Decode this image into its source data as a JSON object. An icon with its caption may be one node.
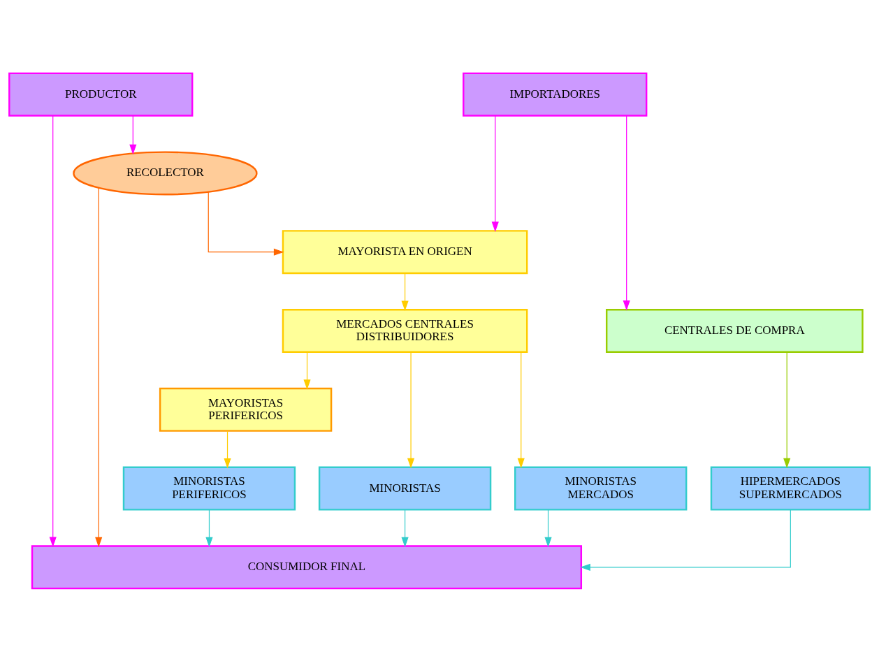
{
  "diagram": {
    "nodes": [
      {
        "text": [
          "PRODUCTOR"
        ]
      },
      {
        "text": [
          "IMPORTADORES"
        ]
      },
      {
        "text": [
          "RECOLECTOR"
        ]
      },
      {
        "text": [
          "MAYORISTA EN ORIGEN"
        ]
      },
      {
        "text": [
          "MERCADOS CENTRALES DISTRIBUIDORES"
        ]
      },
      {
        "text": [
          "CENTRALES DE COMPRA"
        ]
      },
      {
        "text": [
          "MAYORISTAS PERIFERICOS"
        ]
      },
      {
        "text": [
          "MINORISTAS PERIFERICOS"
        ]
      },
      {
        "text": [
          "MINORISTAS"
        ]
      },
      {
        "text": [
          "MINORISTAS MERCADOS"
        ]
      },
      {
        "text": [
          "HIPERMERCADOS SUPERMERCADOS"
        ]
      },
      {
        "text": [
          "CONSUMIDOR FINAL"
        ]
      }
    ],
    "edges": [
      {
        "from": 0,
        "to": 2,
        "arrow": "to",
        "color": "#ff00ff"
      },
      {
        "from": 0,
        "to": 11,
        "arrow": "to",
        "color": "#ff00ff"
      },
      {
        "from": 2,
        "to": 11,
        "arrow": "to",
        "color": "#ff6600"
      },
      {
        "from": 2,
        "to": 3,
        "arrow": "to",
        "color": "#ff6600"
      },
      {
        "from": 1,
        "to": 3,
        "arrow": "to",
        "color": "#ff00ff"
      },
      {
        "from": 1,
        "to": 5,
        "arrow": "to",
        "color": "#ff00ff"
      },
      {
        "from": 3,
        "to": 4,
        "arrow": "to"
      },
      {
        "from": 4,
        "to": 6,
        "arrow": "to"
      },
      {
        "from": 4,
        "to": 8,
        "arrow": "to"
      },
      {
        "from": 4,
        "to": 9,
        "arrow": "to"
      },
      {
        "from": 5,
        "to": 10,
        "arrow": "to",
        "color": "#99cc00"
      },
      {
        "from": 6,
        "to": 7,
        "arrow": "to"
      },
      {
        "from": 7,
        "to": 11,
        "arrow": "to",
        "color": "#33cccc"
      },
      {
        "from": 8,
        "to": 11,
        "arrow": "to",
        "color": "#33cccc"
      },
      {
        "from": 9,
        "to": 11,
        "arrow": "to",
        "color": "#33cccc"
      },
      {
        "from": 10,
        "to": 11,
        "arrow": "to",
        "color": "#33cccc"
      }
    ]
  }
}
